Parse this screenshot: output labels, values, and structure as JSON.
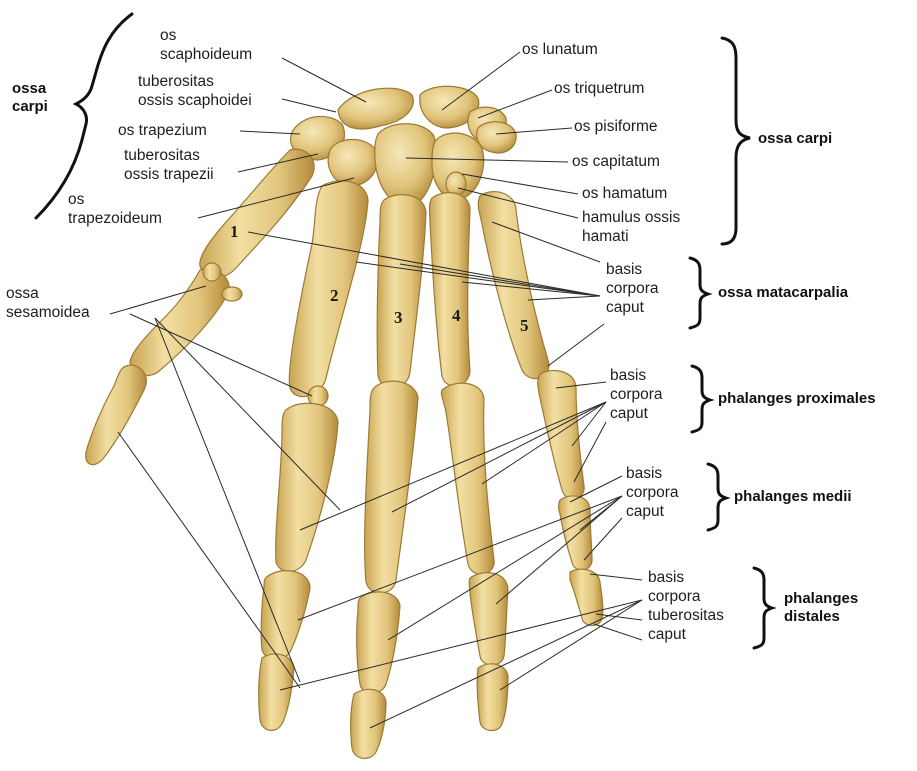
{
  "groups": {
    "ossa_carpi_left": [
      "ossa",
      "carpi"
    ],
    "ossa_carpi_right": "ossa carpi",
    "ossa_metacarpalia": "ossa matacarpalia",
    "phalanges_proximales": "phalanges proximales",
    "phalanges_medii": "phalanges medii",
    "phalanges_distales": [
      "phalanges",
      "distales"
    ]
  },
  "left_labels": {
    "os_scaphoideum": [
      "os",
      "scaphoideum"
    ],
    "tuberositas_ossis_scaphoidei": [
      "tuberositas",
      "ossis scaphoidei"
    ],
    "os_trapezium": "os trapezium",
    "tuberositas_ossis_trapezii": [
      "tuberositas",
      "ossis trapezii"
    ],
    "os_trapezoideum": [
      "os",
      "trapezoideum"
    ],
    "ossa_sesamoidea": [
      "ossa",
      "sesamoidea"
    ]
  },
  "right_labels": {
    "os_lunatum": "os lunatum",
    "os_triquetrum": "os triquetrum",
    "os_pisiforme": "os pisiforme",
    "os_capitatum": "os capitatum",
    "os_hamatum": "os hamatum",
    "hamulus_ossis_hamati": [
      "hamulus ossis",
      "hamati"
    ],
    "metacarpal_parts": [
      "basis",
      "corpora",
      "caput"
    ],
    "proximal_parts": [
      "basis",
      "corpora",
      "caput"
    ],
    "middle_parts": [
      "basis",
      "corpora",
      "caput"
    ],
    "distal_parts": [
      "basis",
      "corpora",
      "tuberositas",
      "caput"
    ]
  },
  "finger_numbers": [
    "1",
    "2",
    "3",
    "4",
    "5"
  ],
  "colors": {
    "bone_fill": "#e6cf8a",
    "bone_shadow": "#b8923f",
    "bone_highlight": "#f6e8b8",
    "leader_line": "#2a2a2a",
    "brace": "#111111"
  }
}
